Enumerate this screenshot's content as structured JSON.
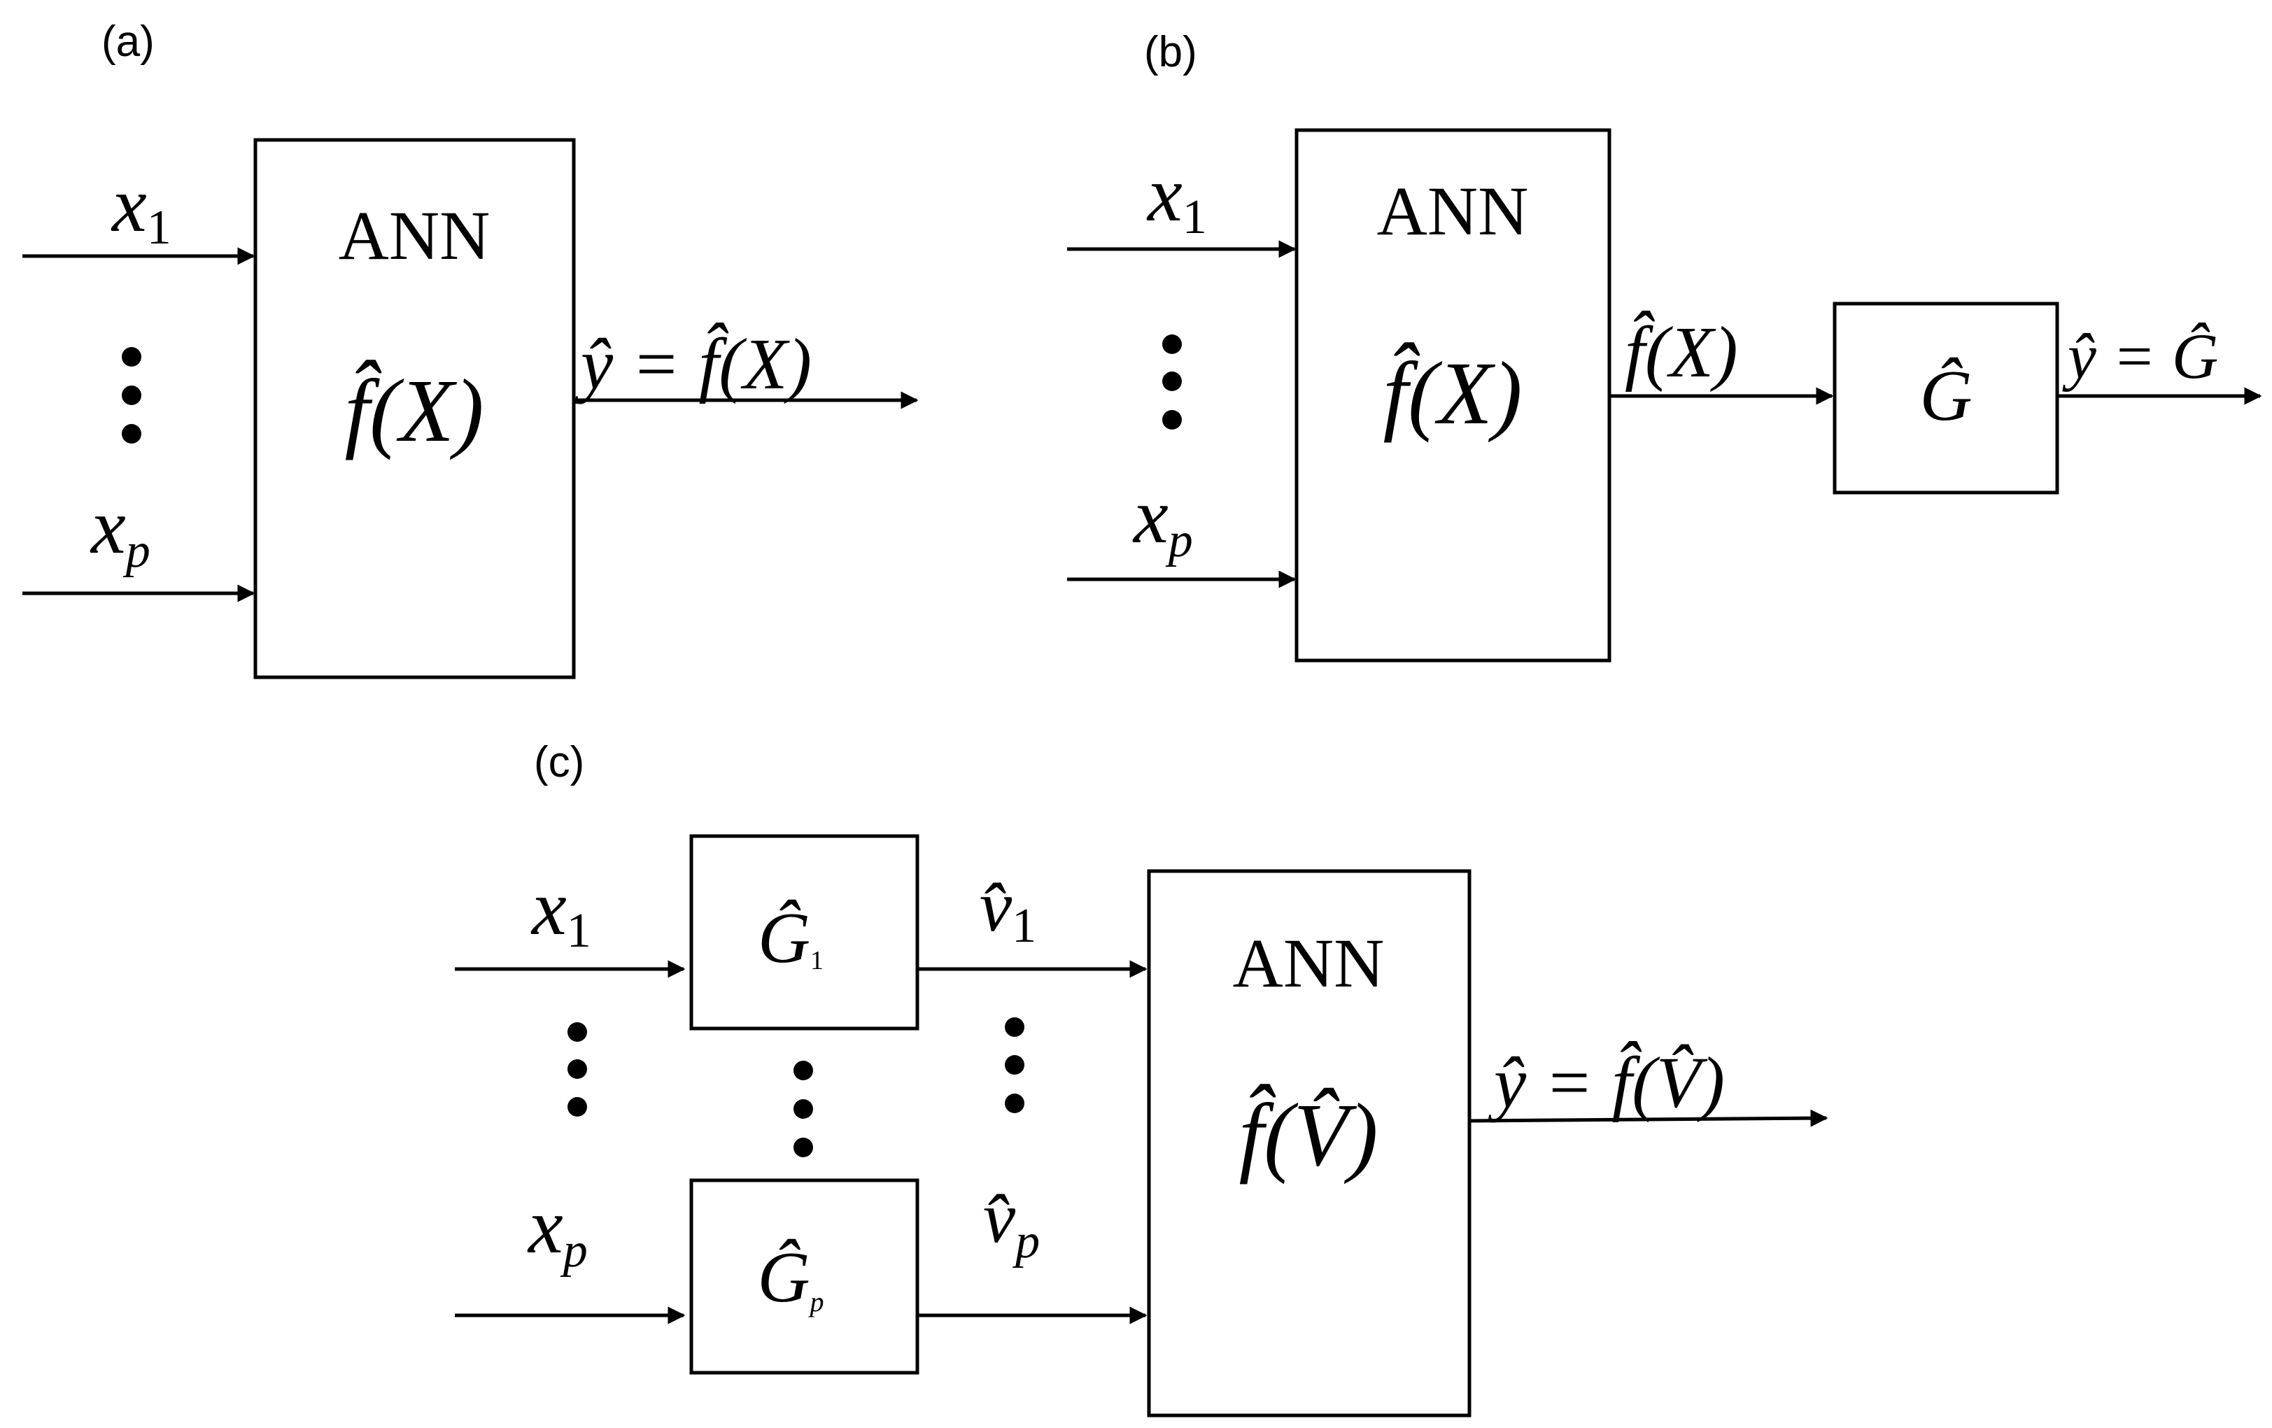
{
  "panels": {
    "a": {
      "label": "(a)",
      "ann_box": {
        "title": "ANN",
        "function": "f̂(X)"
      },
      "input_first": {
        "symbol": "x",
        "subscript": "1"
      },
      "input_last": {
        "symbol": "x",
        "subscript": "p"
      },
      "output": "ŷ = f̂(X)"
    },
    "b": {
      "label": "(b)",
      "ann_box": {
        "title": "ANN",
        "function": "f̂(X)"
      },
      "input_first": {
        "symbol": "x",
        "subscript": "1"
      },
      "input_last": {
        "symbol": "x",
        "subscript": "p"
      },
      "intermediate": "f̂(X)",
      "g_box": "Ĝ",
      "output": "ŷ = Ĝ"
    },
    "c": {
      "label": "(c)",
      "input_first": {
        "symbol": "x",
        "subscript": "1"
      },
      "input_last": {
        "symbol": "x",
        "subscript": "p"
      },
      "g_first": {
        "symbol": "Ĝ",
        "subscript": "1"
      },
      "g_last": {
        "symbol": "Ĝ",
        "subscript": "p"
      },
      "v_first": {
        "symbol": "v̂",
        "subscript": "1"
      },
      "v_last": {
        "symbol": "v̂",
        "subscript": "p"
      },
      "ann_box": {
        "title": "ANN",
        "function": "f̂(V̂)"
      },
      "output": "ŷ = f̂(V̂)"
    }
  }
}
